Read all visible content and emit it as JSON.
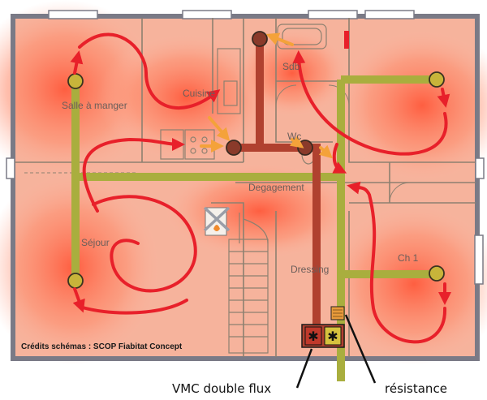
{
  "plan": {
    "rooms": {
      "salle_a_manger": "Salle à manger",
      "cuisine": "Cuisine",
      "sdb": "Sdb",
      "wc": "Wc",
      "degagement": "Degagement",
      "sejour": "Séjour",
      "dressing": "Dressing",
      "ch1": "Ch 1"
    },
    "credits": "Crédits schémas : SCOP Fiabitat Concept",
    "labels": {
      "vmc": "VMC double flux",
      "resistance": "résistance"
    }
  },
  "colors": {
    "heat": "#ff6a4a",
    "supply_duct": "#a9ae3e",
    "extract_duct": "#b0412f",
    "air_flow": "#e8202a",
    "extract_arrow": "#f4a23a"
  }
}
